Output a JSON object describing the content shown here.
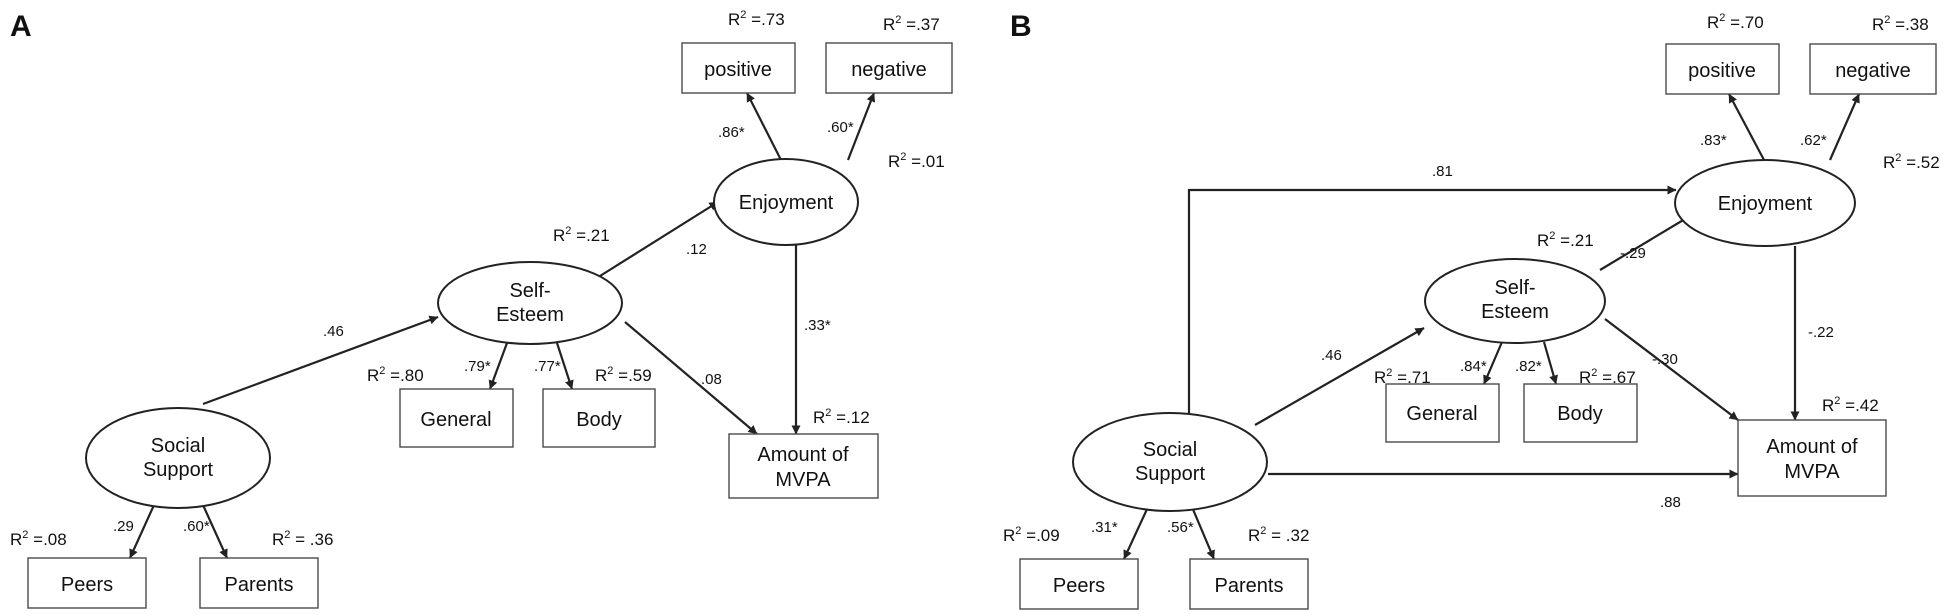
{
  "panel_a": {
    "label": "A",
    "nodes": {
      "social_support": [
        "Social",
        "Support"
      ],
      "self_esteem": [
        "Self-",
        "Esteem"
      ],
      "enjoyment": "Enjoyment",
      "peers": "Peers",
      "parents": "Parents",
      "general": "General",
      "body": "Body",
      "positive": "positive",
      "negative": "negative",
      "mvpa": [
        "Amount of",
        "MVPA"
      ]
    },
    "r2": {
      "positive": ".73",
      "negative": ".37",
      "enjoyment": ".01",
      "self_esteem": ".21",
      "general": ".80",
      "body": ".59",
      "mvpa": ".12",
      "peers": ".08",
      "parents": " .36"
    },
    "coefficients": {
      "ss_se": ".46",
      "se_enj": ".12",
      "se_mvpa": ".08",
      "enj_mvpa": ".33*",
      "enj_pos": ".86*",
      "enj_neg": ".60*",
      "se_gen": ".79*",
      "se_body": ".77*",
      "ss_peers": ".29",
      "ss_parents": ".60*"
    }
  },
  "panel_b": {
    "label": "B",
    "nodes": {
      "social_support": [
        "Social",
        "Support"
      ],
      "self_esteem": [
        "Self-",
        "Esteem"
      ],
      "enjoyment": "Enjoyment",
      "peers": "Peers",
      "parents": "Parents",
      "general": "General",
      "body": "Body",
      "positive": "positive",
      "negative": "negative",
      "mvpa": [
        "Amount of",
        "MVPA"
      ]
    },
    "r2": {
      "positive": ".70",
      "negative": ".38",
      "enjoyment": ".52",
      "self_esteem": ".21",
      "general": ".71",
      "body": ".67",
      "mvpa": ".42",
      "peers": ".09",
      "parents": " .32"
    },
    "coefficients": {
      "ss_enj": ".81",
      "ss_se": ".46",
      "se_enj": "-.29",
      "se_mvpa": "-.30",
      "enj_mvpa": "-.22",
      "ss_mvpa": ".88",
      "enj_pos": ".83*",
      "enj_neg": ".62*",
      "se_gen": ".84*",
      "se_body": ".82*",
      "ss_peers": ".31*",
      "ss_parents": ".56*"
    }
  }
}
